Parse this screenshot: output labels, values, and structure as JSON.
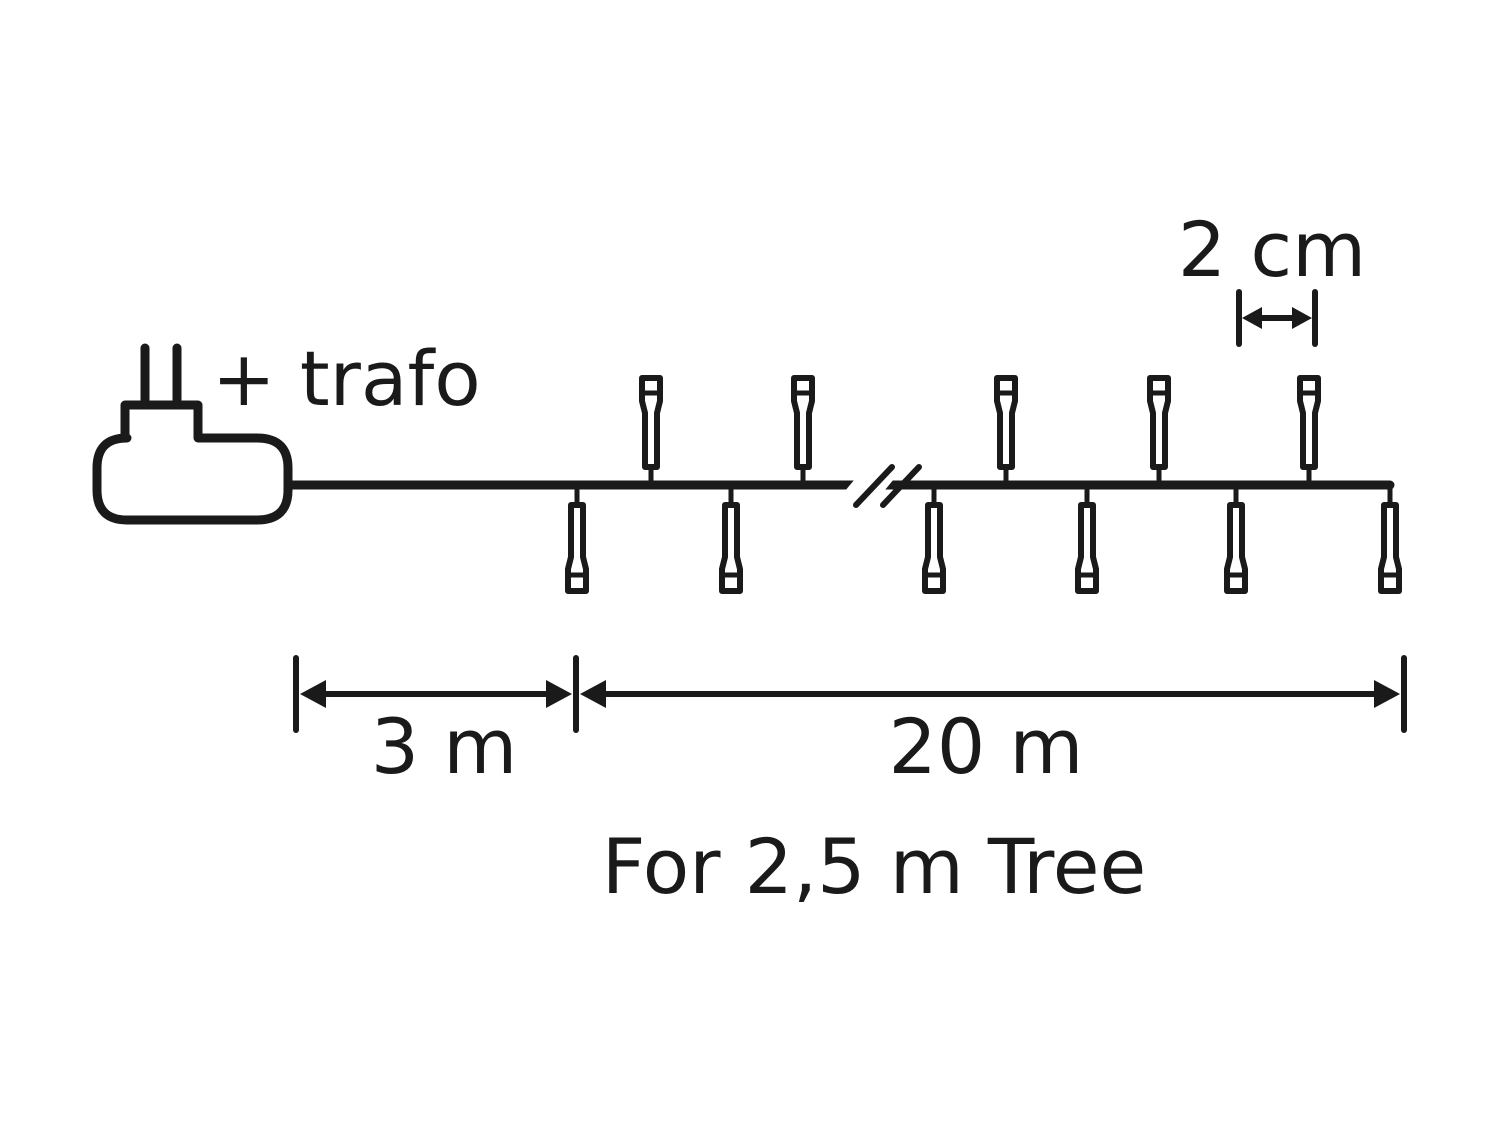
{
  "labels": {
    "plug": "+ trafo",
    "spacing": "2 cm",
    "lead_length": "3 m",
    "string_length": "20 m",
    "usage": "For 2,5 m Tree"
  },
  "colors": {
    "ink": "#1a1a1a",
    "background": "#ffffff"
  },
  "icons": {
    "power_adapter": "plug-transformer-icon",
    "led_bulb": "led-bulb-icon",
    "cable_break": "break-mark-icon"
  },
  "led_count": 11
}
